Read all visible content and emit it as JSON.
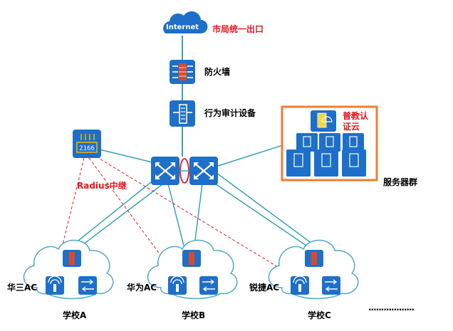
{
  "nodes": {
    "internet": {
      "label": "Internet",
      "caption": "市局统一出口"
    },
    "firewall": {
      "caption": "防火墙"
    },
    "audit": {
      "caption": "行为审计设备"
    },
    "radius": {
      "device_text": "2166",
      "caption": "Radius中继"
    },
    "cloud_service": {
      "caption": "普教认证云"
    },
    "server_group": {
      "caption": "服务器群"
    },
    "schools": [
      {
        "ac_label": "华三AC",
        "name": "学校A"
      },
      {
        "ac_label": "华为AC",
        "name": "学校B"
      },
      {
        "ac_label": "锐捷AC",
        "name": "学校C"
      }
    ],
    "ellipsis": "··················"
  },
  "colors": {
    "device_blue": "#1e6fc9",
    "link": "#3aa0b5",
    "radius_link": "#e8141b",
    "highlight_box": "#ee7d31",
    "caption_red": "#e8141b",
    "radius_device": "#f2b800"
  },
  "icons": [
    "cloud-icon",
    "firewall-icon",
    "audit-device-icon",
    "switch-icon",
    "radius-server-icon",
    "server-icon",
    "wireless-ap-icon"
  ]
}
